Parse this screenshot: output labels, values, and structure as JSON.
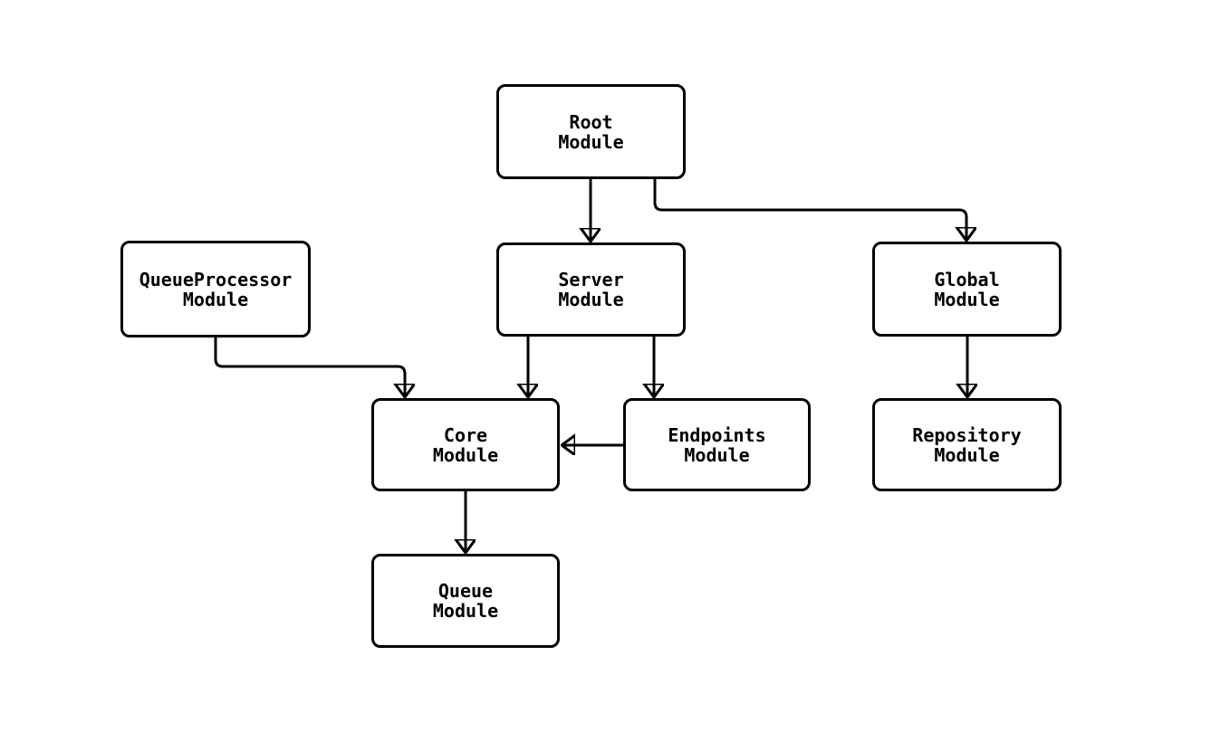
{
  "diagram": {
    "colors": {
      "background": "#ffffff",
      "node_fill": "#ffffff",
      "node_border": "#000000",
      "edge_stroke": "#000000",
      "text": "#000000"
    },
    "nodes": [
      {
        "id": "root",
        "label": "Root\nModule"
      },
      {
        "id": "queueprocessor",
        "label": "QueueProcessor\nModule"
      },
      {
        "id": "server",
        "label": "Server\nModule"
      },
      {
        "id": "global",
        "label": "Global\nModule"
      },
      {
        "id": "core",
        "label": "Core\nModule"
      },
      {
        "id": "endpoints",
        "label": "Endpoints\nModule"
      },
      {
        "id": "repository",
        "label": "Repository\nModule"
      },
      {
        "id": "queue",
        "label": "Queue\nModule"
      }
    ],
    "edges": [
      {
        "from": "root",
        "to": "server"
      },
      {
        "from": "root",
        "to": "global"
      },
      {
        "from": "queueprocessor",
        "to": "core"
      },
      {
        "from": "server",
        "to": "core"
      },
      {
        "from": "server",
        "to": "endpoints"
      },
      {
        "from": "endpoints",
        "to": "core"
      },
      {
        "from": "global",
        "to": "repository"
      },
      {
        "from": "core",
        "to": "queue"
      }
    ]
  }
}
